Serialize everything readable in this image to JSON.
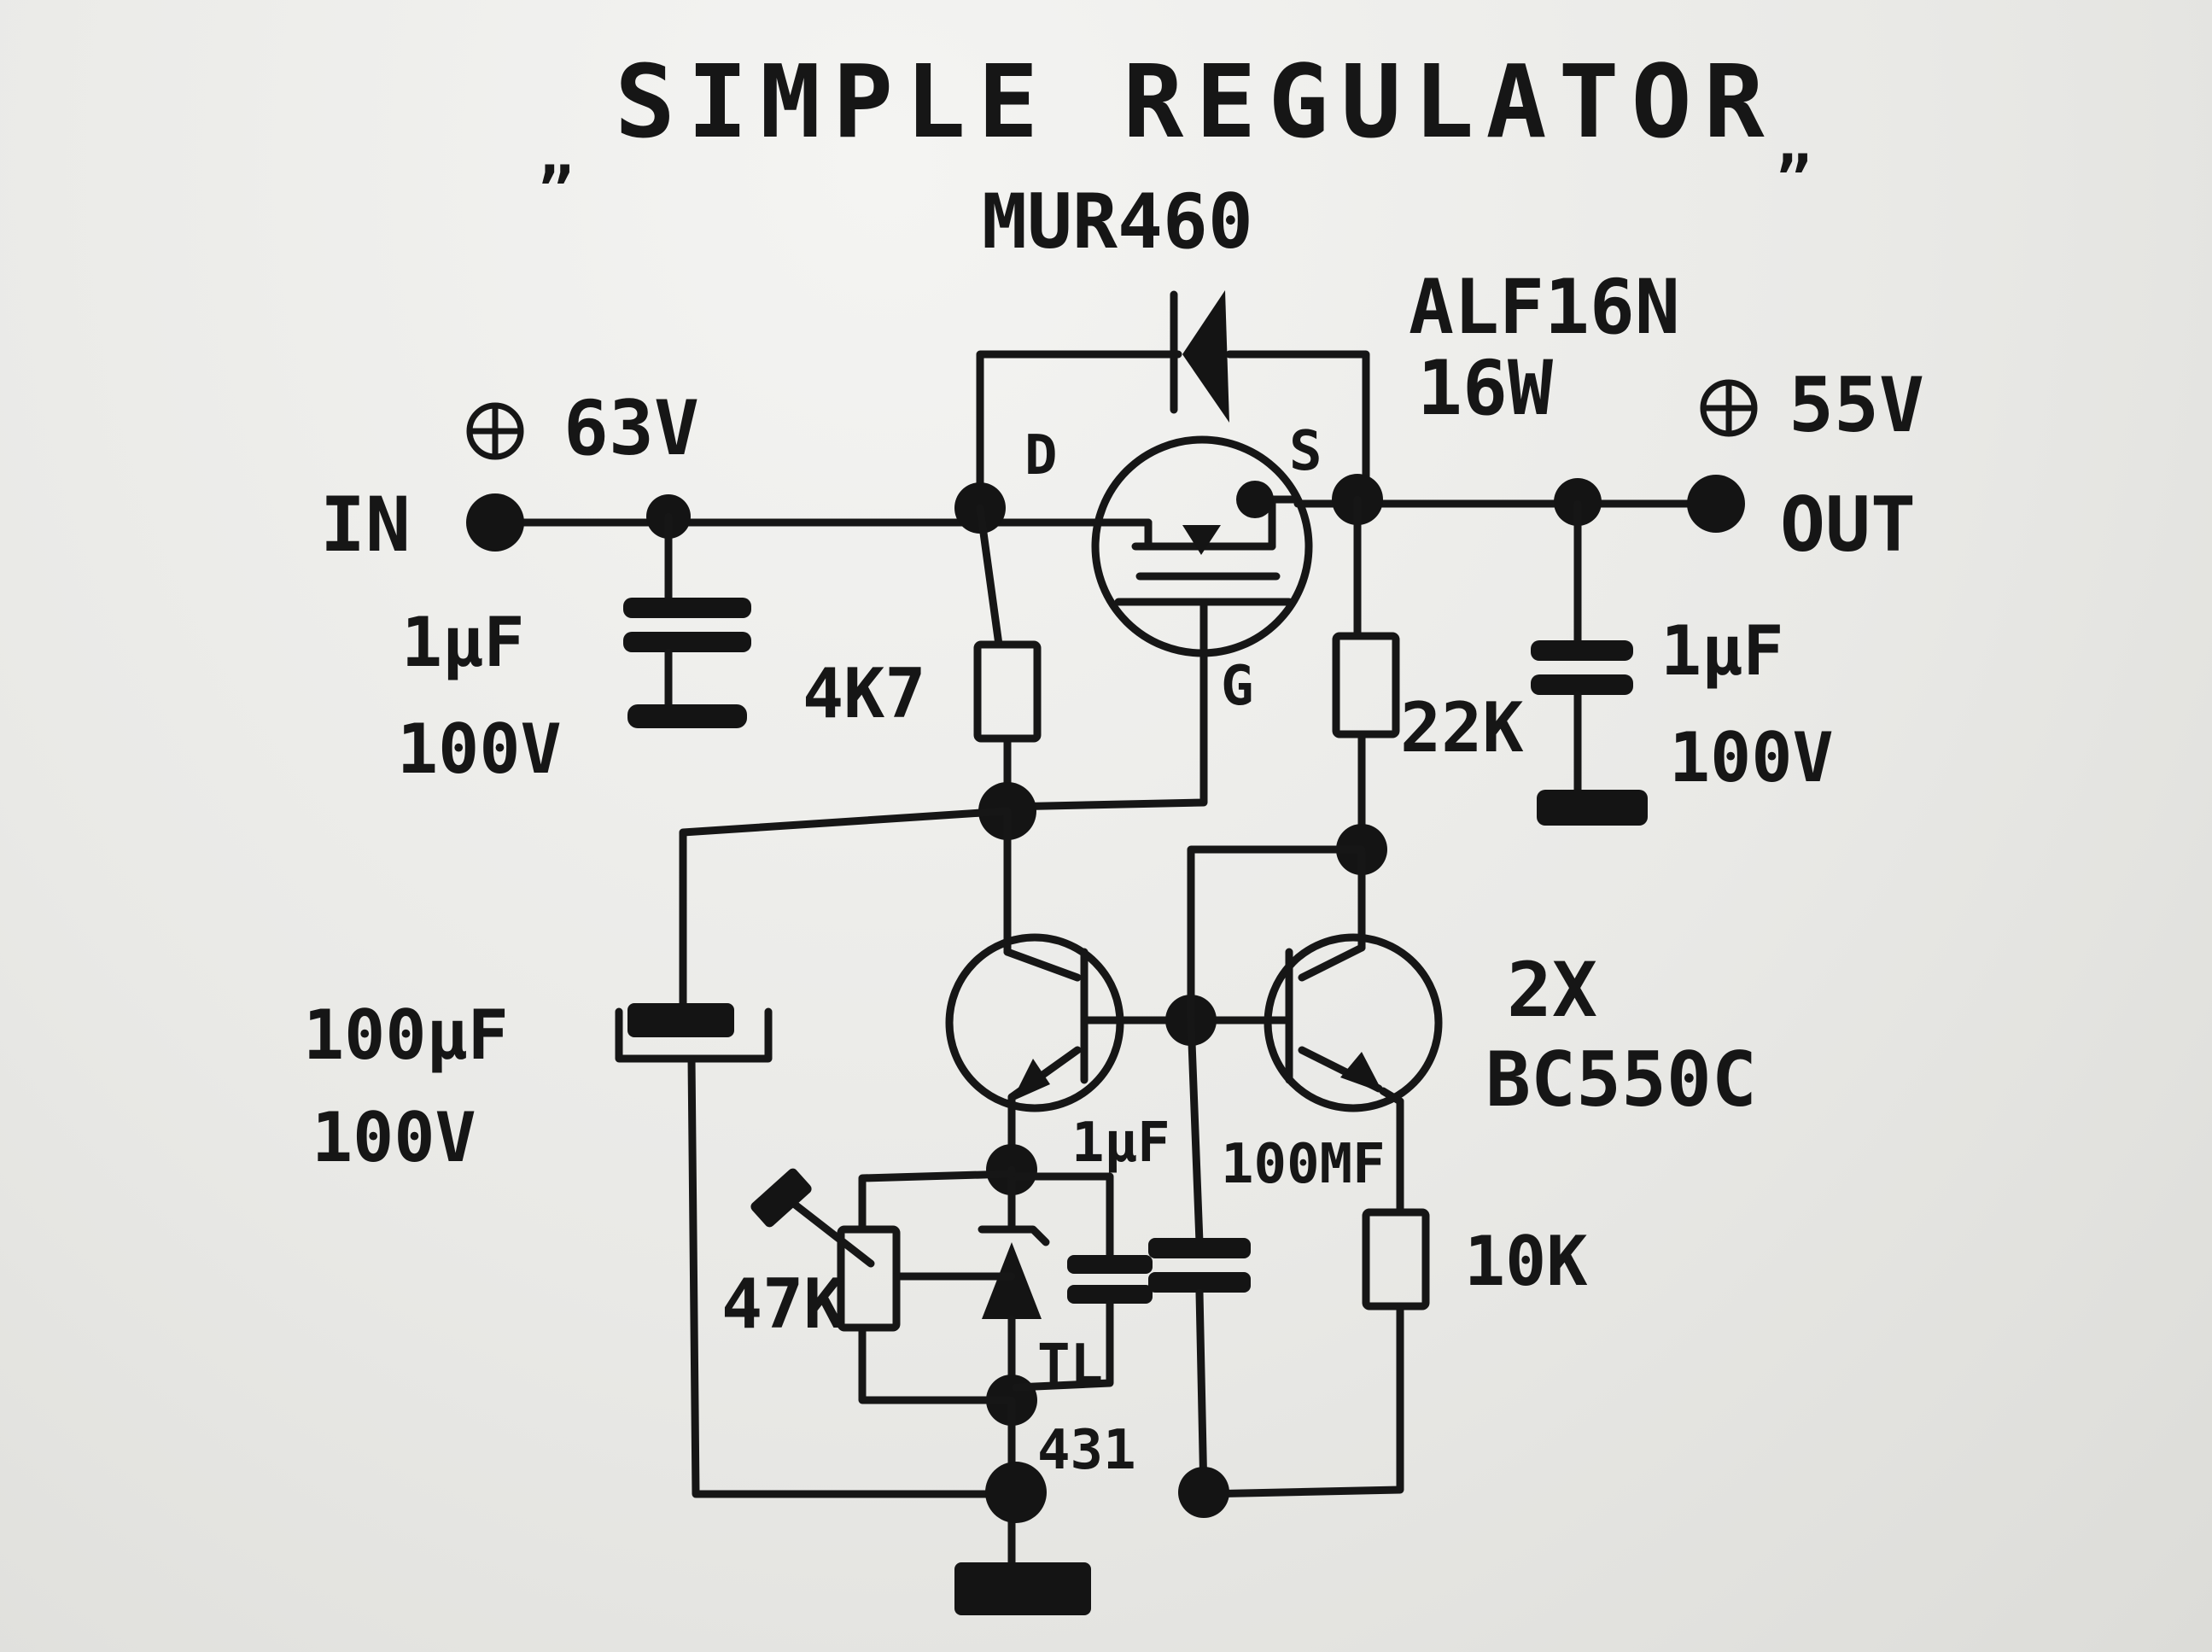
{
  "title": "SIMPLE REGULATOR",
  "title_quote_open": "„",
  "title_quote_close": "„",
  "labels": {
    "diode": "MUR460",
    "mosfet_type": "ALF16N",
    "mosfet_power": "16W",
    "input_voltage": "63V",
    "output_voltage": "55V",
    "input": "IN",
    "output": "OUT",
    "drain": "D",
    "source": "S",
    "gate": "G",
    "c_in_value": "1µF",
    "c_in_voltage": "100V",
    "c_out_value": "1µF",
    "c_out_voltage": "100V",
    "r_gate": "4K7",
    "r_source": "22K",
    "c_gate_value": "100µF",
    "c_gate_voltage": "100V",
    "transistors_count": "2X",
    "transistor_type": "BC550C",
    "c_zener": "1µF",
    "c_base": "100MF",
    "r_emitter": "10K",
    "trimmer": "47K",
    "zener_part_a": "TL",
    "zener_part_b": "431"
  },
  "colors": {
    "ink": "#161616",
    "paper": "#ebebe8"
  }
}
